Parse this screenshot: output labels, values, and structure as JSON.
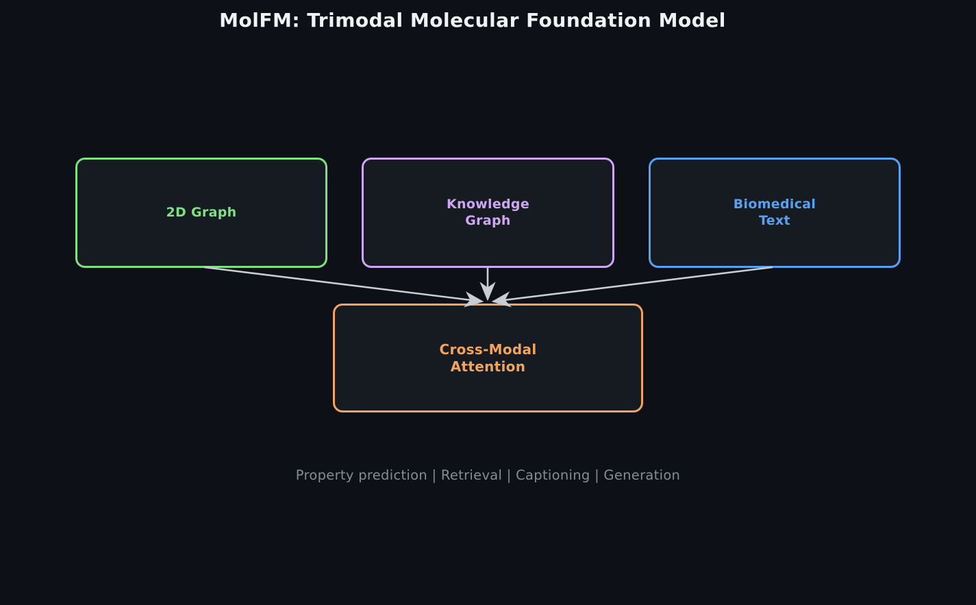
{
  "title": "MolFM: Trimodal Molecular Foundation Model",
  "diagram": {
    "background_color": "#0d1117",
    "node_fill_color": "#161b22",
    "arrow_color": "#c9ced4",
    "nodes": [
      {
        "id": "2d-graph",
        "label": "2D Graph",
        "accent_color": "#7ee081"
      },
      {
        "id": "knowledge-graph",
        "label": "Knowledge\nGraph",
        "accent_color": "#cfa6f2"
      },
      {
        "id": "biomedical-text",
        "label": "Biomedical\nText",
        "accent_color": "#58a0f2"
      },
      {
        "id": "cross-modal-attention",
        "label": "Cross-Modal\nAttention",
        "accent_color": "#f2a35e"
      }
    ],
    "edges": [
      {
        "from": "2d-graph",
        "to": "cross-modal-attention"
      },
      {
        "from": "knowledge-graph",
        "to": "cross-modal-attention"
      },
      {
        "from": "biomedical-text",
        "to": "cross-modal-attention"
      }
    ]
  },
  "caption": "Property prediction | Retrieval | Captioning | Generation"
}
